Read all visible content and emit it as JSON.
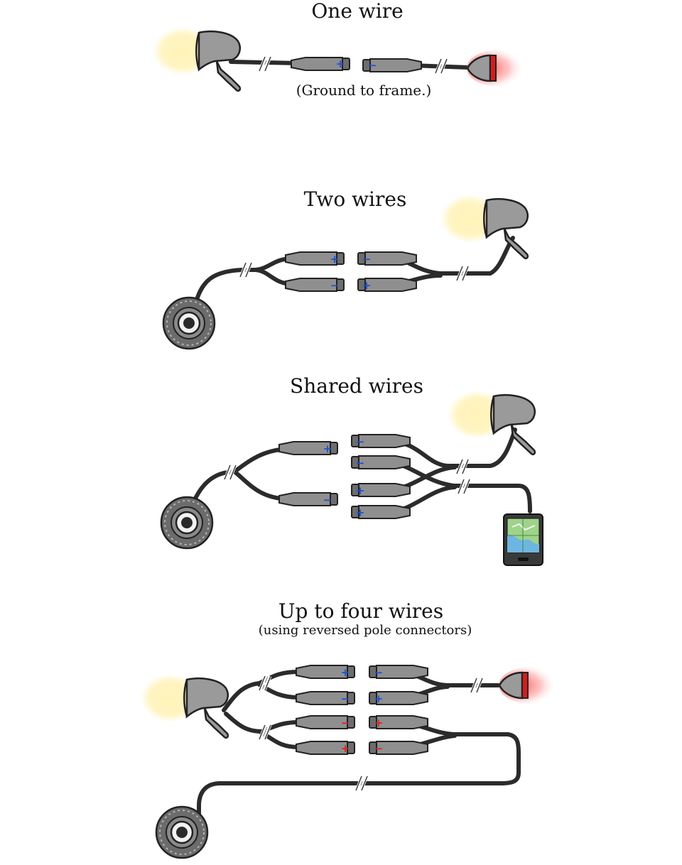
{
  "sections": [
    {
      "title": "One wire",
      "note": "(Ground to frame.)"
    },
    {
      "title": "Two wires"
    },
    {
      "title": "Shared wires"
    },
    {
      "title": "Up to four wires",
      "note": "(using reversed pole connectors)"
    }
  ],
  "polarity": {
    "plus": "+",
    "minus": "−"
  },
  "colors": {
    "background": "#ffffff",
    "cable": "#2b2b2b",
    "connector": "#8f8f8f",
    "lamp_body": "#9a9a9a",
    "front_glow": "#fff5c2",
    "rear_glow": "#ff5a5a",
    "plus_blue": "#1a4fd8",
    "minus_blue": "#1a4fd8",
    "plus_red": "#e02020",
    "minus_red": "#e02020"
  },
  "icons": [
    "front-lamp-icon",
    "rear-lamp-icon",
    "hub-dynamo-icon",
    "gps-device-icon",
    "connector-icon"
  ]
}
